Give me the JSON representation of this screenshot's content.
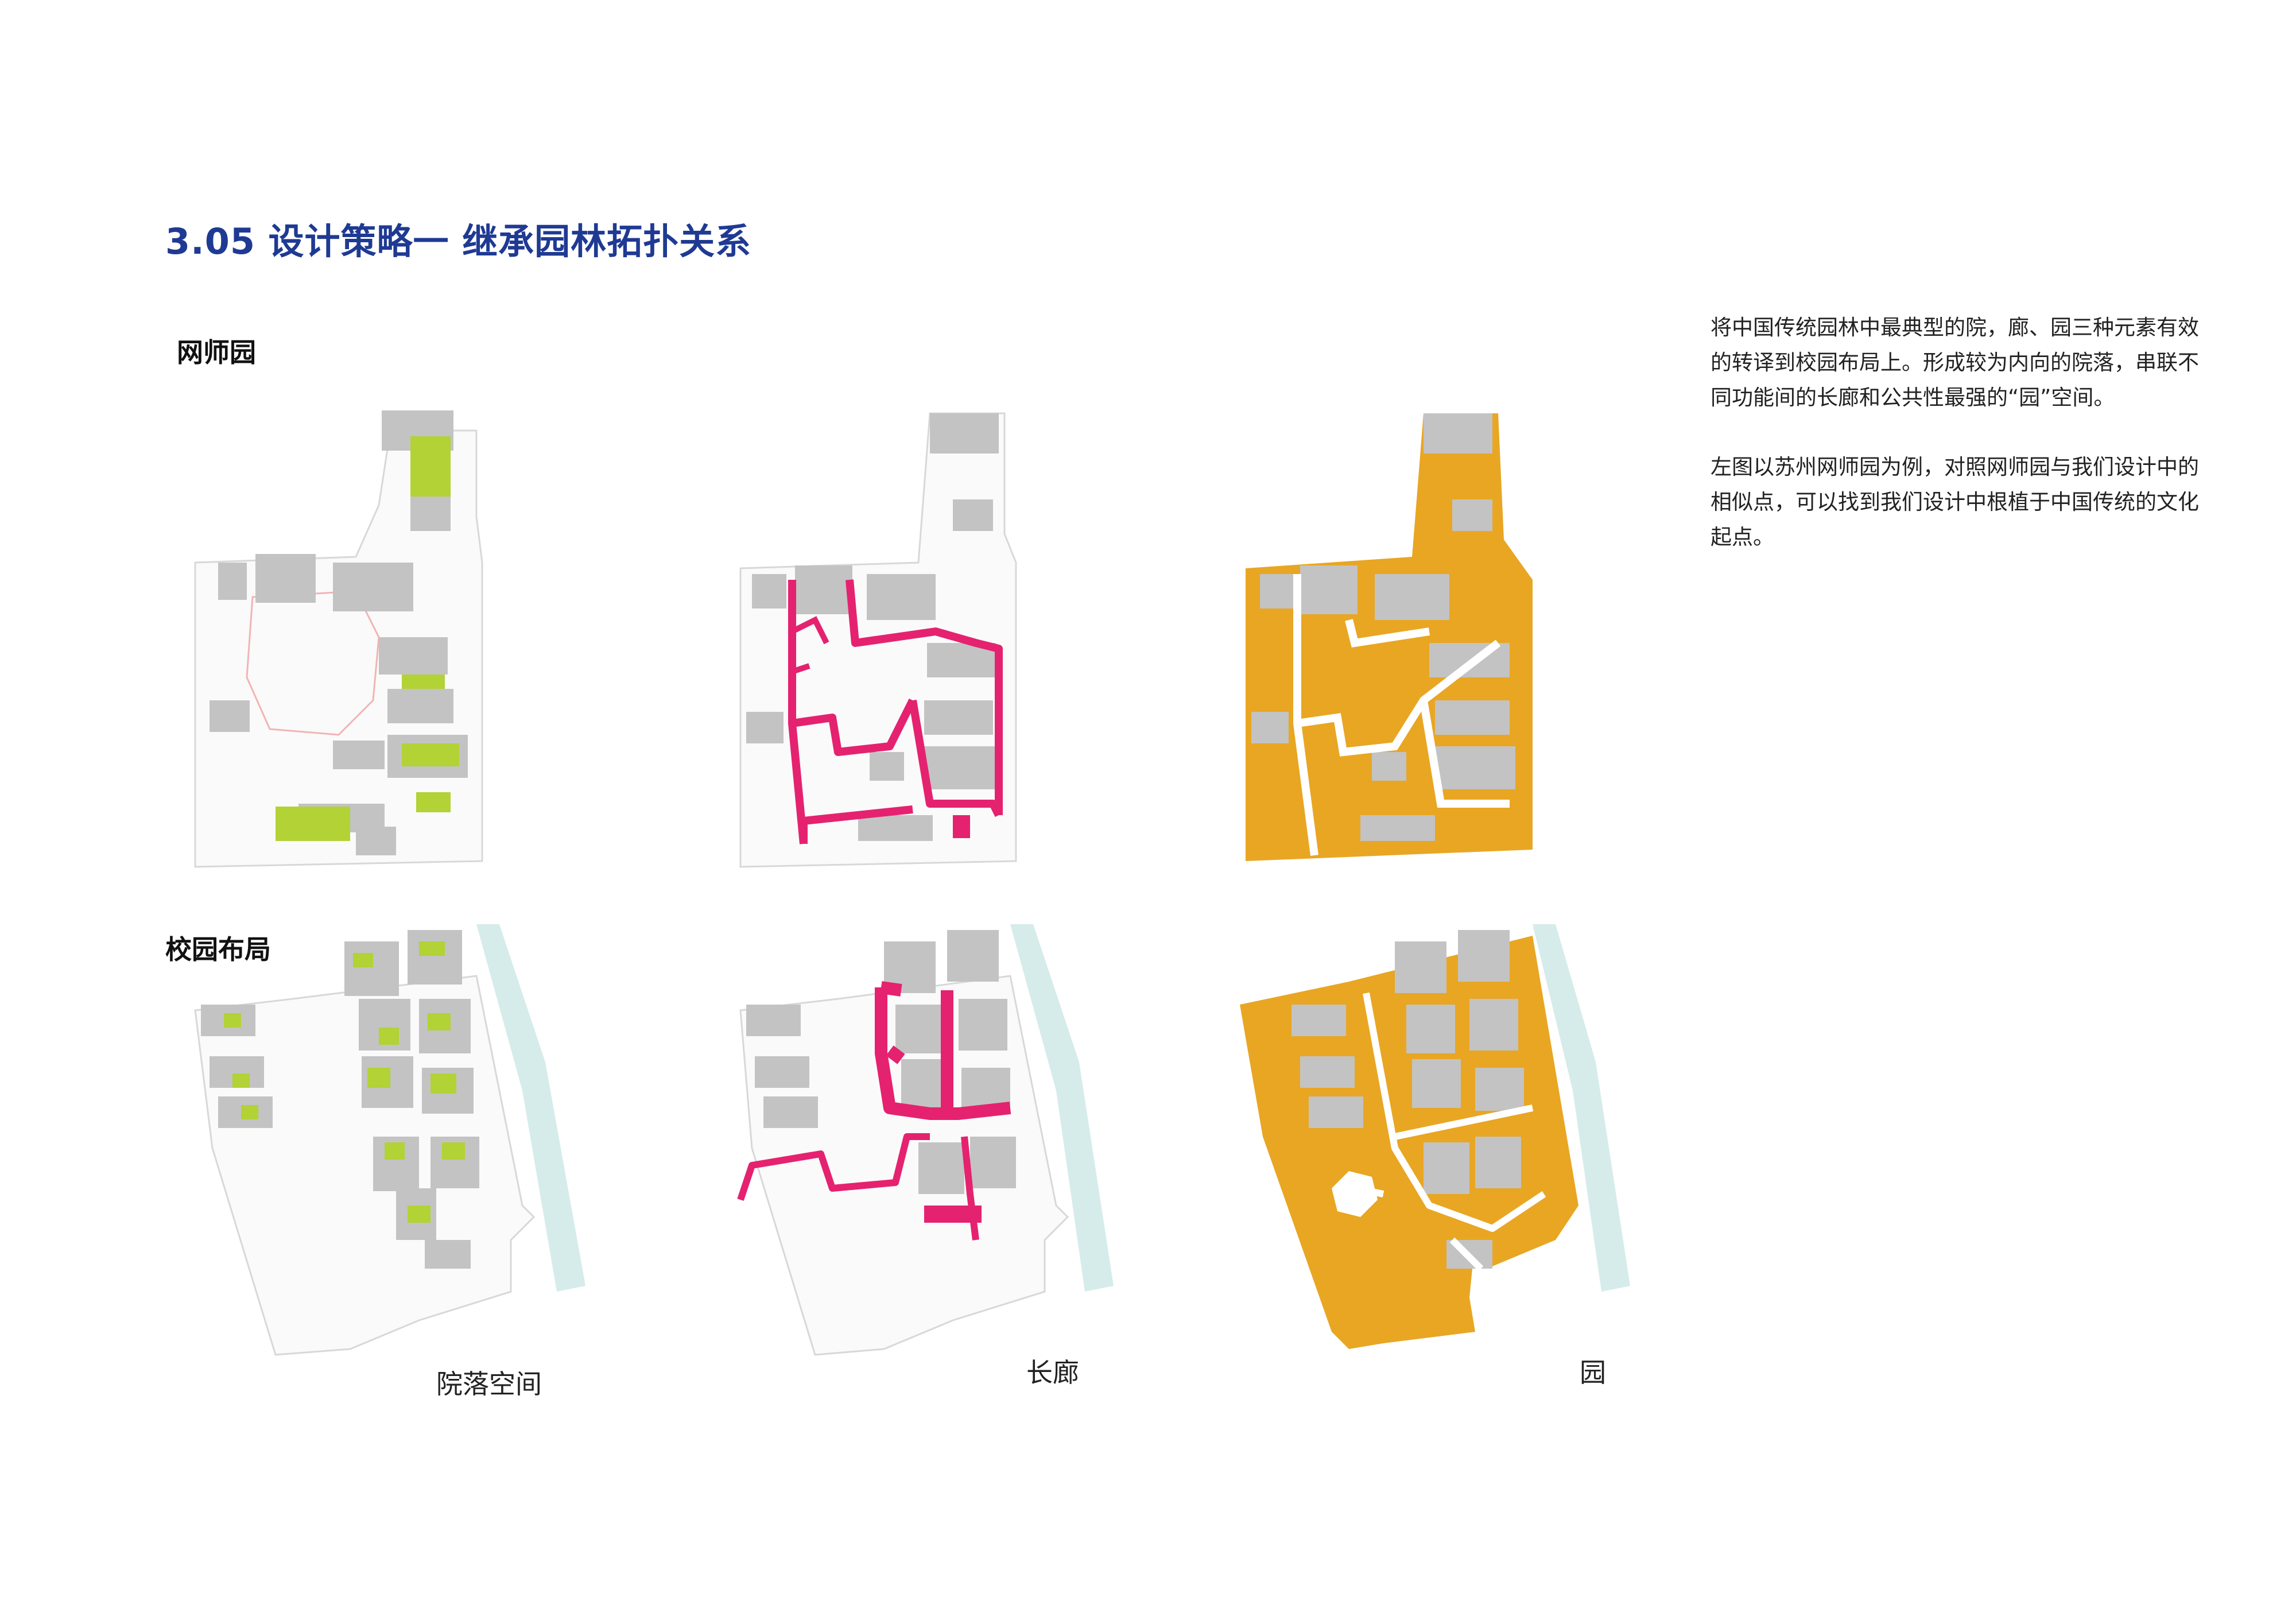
{
  "page": {
    "title": "3.05 设计策略一 继承园林拓扑关系"
  },
  "rows": {
    "row1_label": "网师园",
    "row2_label": "校园布局"
  },
  "columns": {
    "col1": "院落空间",
    "col2": "长廊",
    "col3": "园"
  },
  "description": {
    "paragraph1": "将中国传统园林中最典型的院，廊、园三种元素有效的转译到校园布局上。形成较为内向的院落，串联不同功能间的长廊和公共性最强的“园”空间。",
    "paragraph2": "左图以苏州网师园为例，对照网师园与我们设计中的相似点，可以找到我们设计中根植于中国传统的文化起点。"
  },
  "colors": {
    "title_blue": "#1f3a93",
    "building_gray": "#c3c3c3",
    "courtyard_green": "#b2d235",
    "corridor_magenta": "#e5226f",
    "garden_orange": "#e8a623",
    "water_teal": "#d6ecea",
    "outline_gray": "#d8d8d8"
  }
}
